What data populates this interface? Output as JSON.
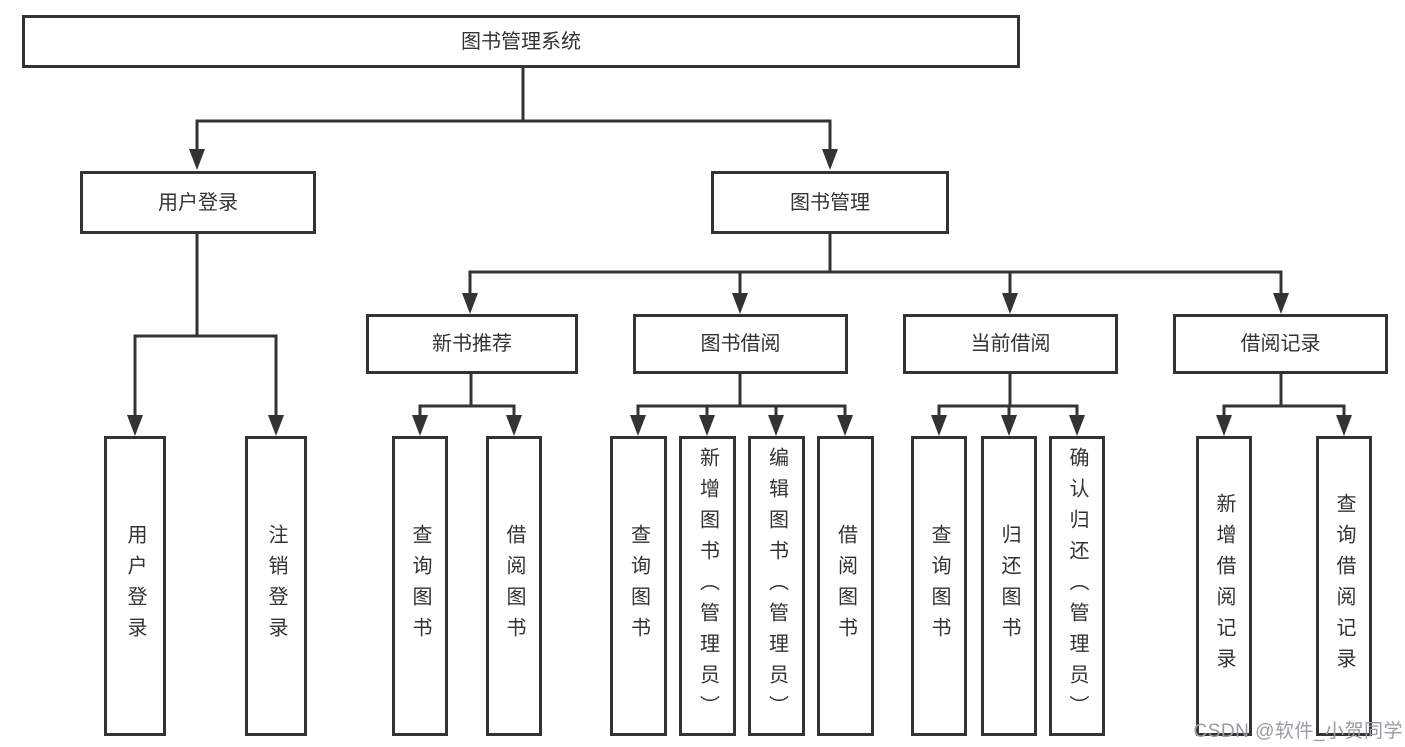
{
  "colors": {
    "line": "#333333",
    "box_border": "#333333",
    "box_fill": "#ffffff",
    "text": "#333333",
    "watermark": "#9b9ba1"
  },
  "diagram": {
    "root": {
      "label": "图书管理系统"
    },
    "level1": [
      {
        "label": "用户登录",
        "children": [
          {
            "label": "用户登录"
          },
          {
            "label": "注销登录"
          }
        ]
      },
      {
        "label": "图书管理",
        "children": [
          {
            "label": "新书推荐",
            "children": [
              {
                "label": "查询图书"
              },
              {
                "label": "借阅图书"
              }
            ]
          },
          {
            "label": "图书借阅",
            "children": [
              {
                "label": "查询图书"
              },
              {
                "label": "新增图书（管理员）"
              },
              {
                "label": "编辑图书（管理员）"
              },
              {
                "label": "借阅图书"
              }
            ]
          },
          {
            "label": "当前借阅",
            "children": [
              {
                "label": "查询图书"
              },
              {
                "label": "归还图书"
              },
              {
                "label": "确认归还（管理员）"
              }
            ]
          },
          {
            "label": "借阅记录",
            "children": [
              {
                "label": "新增借阅记录"
              },
              {
                "label": "查询借阅记录"
              }
            ]
          }
        ]
      }
    ]
  },
  "watermark": {
    "text": "CSDN @软件_小贺同学"
  }
}
